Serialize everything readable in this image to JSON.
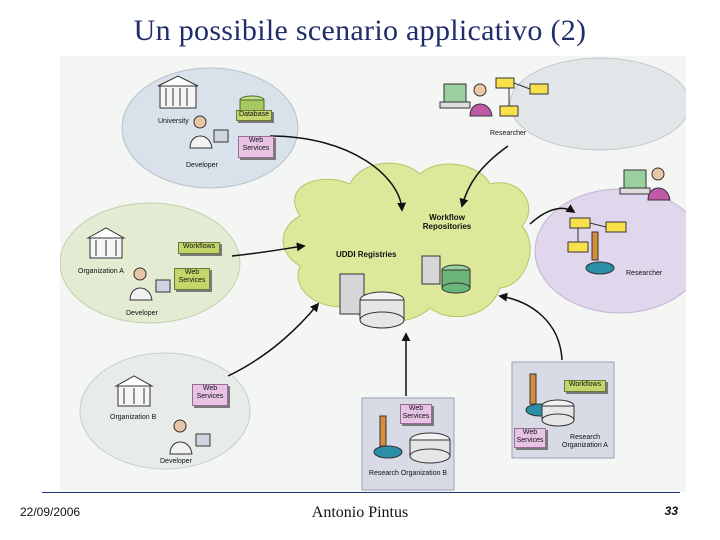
{
  "slide": {
    "title": "Un possibile scenario applicativo (2)",
    "date": "22/09/2006",
    "author": "Antonio Pintus",
    "page": "33"
  },
  "diagram": {
    "hub": {
      "workflow_repositories": "Workflow Repositories",
      "uddi_registries": "UDDI Registries"
    },
    "university": {
      "name": "University",
      "database": "Database",
      "web_services": "Web Services",
      "developer": "Developer"
    },
    "org_a": {
      "name": "Organization A",
      "workflows": "Workflows",
      "web_services": "Web Services",
      "developer": "Developer"
    },
    "org_b": {
      "name": "Organization B",
      "web_services": "Web Services",
      "developer": "Developer"
    },
    "researcher_top": {
      "label": "Researcher"
    },
    "researcher_right": {
      "label": "Researcher"
    },
    "research_org_b": {
      "web_services": "Web Services",
      "name": "Research Organization B"
    },
    "research_org_a": {
      "workflows": "Workflows",
      "web_services": "Web Services",
      "name": "Research Organization A"
    }
  }
}
